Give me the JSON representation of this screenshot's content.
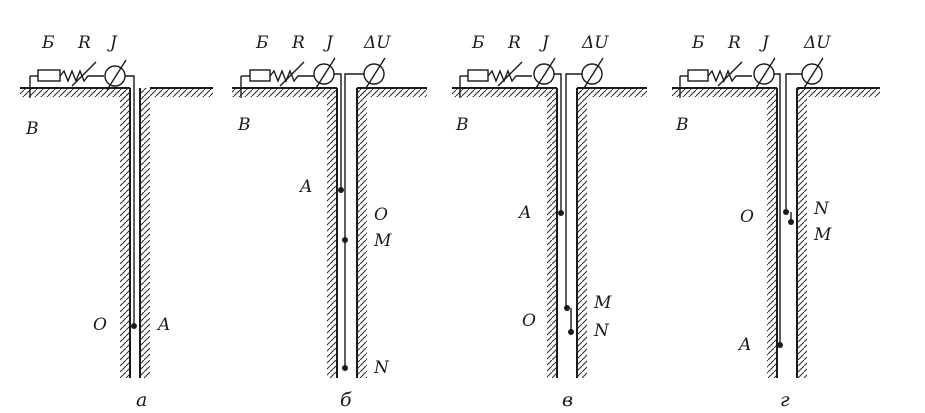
{
  "diagrams": [
    {
      "caption": "а",
      "instruments": {
        "battery": "Б",
        "rheostat": "R",
        "ammeter": "Ј"
      },
      "ground_electrode": "В",
      "points": [
        {
          "label": "O"
        },
        {
          "label": "A"
        }
      ]
    },
    {
      "caption": "б",
      "instruments": {
        "battery": "Б",
        "rheostat": "R",
        "ammeter": "Ј",
        "voltmeter": "ΔU"
      },
      "ground_electrode": "В",
      "points": [
        {
          "label": "A"
        },
        {
          "label": "O"
        },
        {
          "label": "M"
        },
        {
          "label": "N"
        }
      ]
    },
    {
      "caption": "в",
      "instruments": {
        "battery": "Б",
        "rheostat": "R",
        "ammeter": "Ј",
        "voltmeter": "ΔU"
      },
      "ground_electrode": "В",
      "points": [
        {
          "label": "A"
        },
        {
          "label": "O"
        },
        {
          "label": "M"
        },
        {
          "label": "N"
        }
      ]
    },
    {
      "caption": "г",
      "instruments": {
        "battery": "Б",
        "rheostat": "R",
        "ammeter": "Ј",
        "voltmeter": "ΔU"
      },
      "ground_electrode": "В",
      "points": [
        {
          "label": "N"
        },
        {
          "label": "O"
        },
        {
          "label": "M"
        },
        {
          "label": "A"
        }
      ]
    }
  ]
}
